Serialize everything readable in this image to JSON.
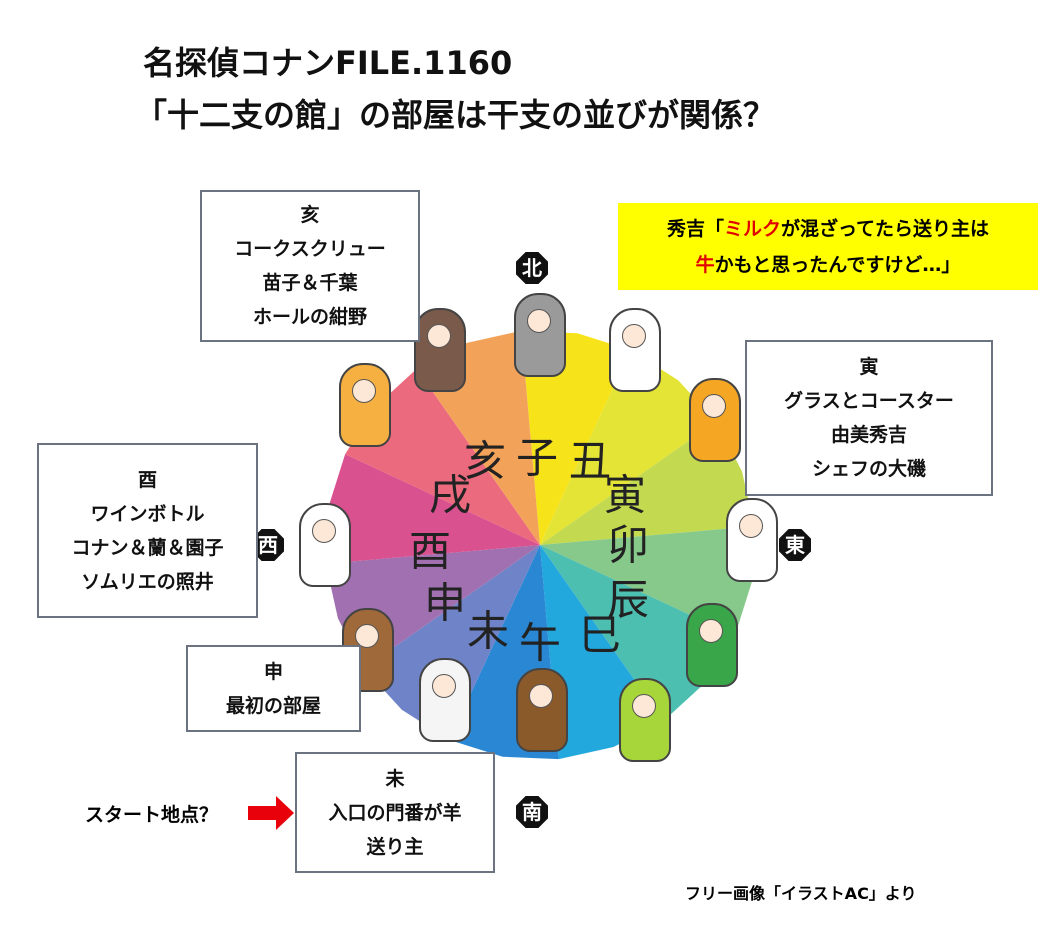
{
  "title": {
    "line1": "名探偵コナンFILE.1160",
    "line2": "「十二支の館」の部屋は干支の並びが関係？"
  },
  "quote": {
    "speaker": "秀吉「",
    "red1": "ミルク",
    "mid1": "が混ざってたら送り主は",
    "red2": "牛",
    "rest": "かもと思ったんですけど…」"
  },
  "boxes": {
    "boar": [
      "亥",
      "コークスクリュー",
      "苗子＆千葉",
      "ホールの紺野"
    ],
    "tiger": [
      "寅",
      "グラスとコースター",
      "由美秀吉",
      "シェフの大磯"
    ],
    "rooster": [
      "酉",
      "ワインボトル",
      "コナン＆蘭＆園子",
      "ソムリエの照井"
    ],
    "monkey": [
      "申",
      "最初の部屋"
    ],
    "sheep": [
      "未",
      "入口の門番が羊",
      "送り主"
    ]
  },
  "start_label": "スタート地点？",
  "directions": {
    "north": "北",
    "east": "東",
    "south": "南",
    "west": "西"
  },
  "zodiac": [
    "子",
    "丑",
    "寅",
    "卯",
    "辰",
    "巳",
    "午",
    "未",
    "申",
    "酉",
    "戌",
    "亥"
  ],
  "wheel_colors": [
    "#f7e31a",
    "#e3e436",
    "#c3d94f",
    "#86c98a",
    "#4dbfb0",
    "#22a8dc",
    "#2a87d4",
    "#6f83c8",
    "#a070b0",
    "#d9518f",
    "#ec6a7e",
    "#f3a25a"
  ],
  "credit": "フリー画像「イラストAC」より"
}
